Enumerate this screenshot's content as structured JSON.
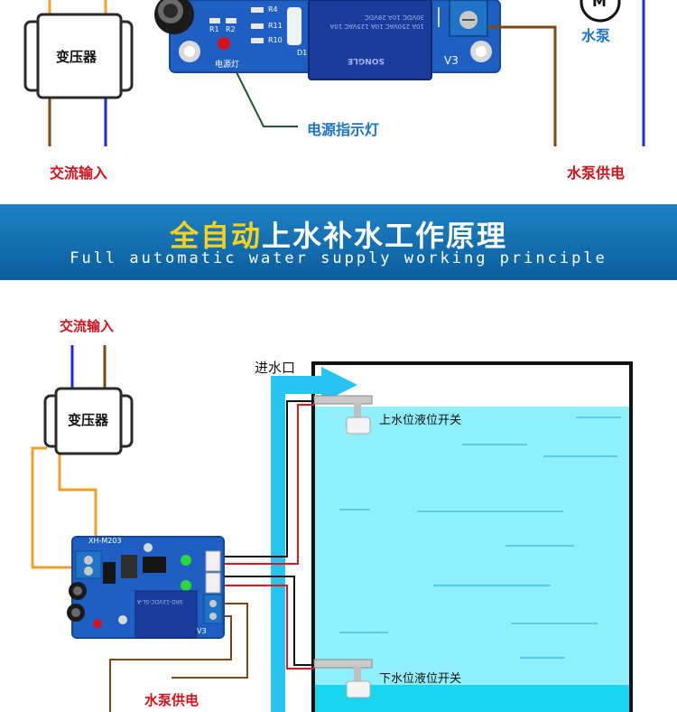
{
  "top": {
    "transformer_label": "变压器",
    "ac_input_label": "交流输入",
    "power_indicator_label": "电源指示灯",
    "pump_label": "水泵",
    "pump_power_label": "水泵供电",
    "motor_letter": "M",
    "board_text": {
      "led_label": "电源灯",
      "relay_text": "SONGLE",
      "relay_specs": "10A 250VAC  10A 125VAC  10A 30VDC  10A 28VDC",
      "board_id": "V3",
      "r4": "R4",
      "r11": "R11",
      "r10": "R10",
      "r2": "R2",
      "r1": "R1",
      "d1": "D1"
    }
  },
  "banner": {
    "title_highlight": "全自动",
    "title_rest": "上水补水工作原理",
    "subtitle": "Full automatic water supply working principle"
  },
  "bottom": {
    "ac_input_label": "交流输入",
    "transformer_label": "变压器",
    "inlet_label": "进水口",
    "upper_switch_label": "上水位液位开关",
    "lower_switch_label": "下水位液位开关",
    "pump_power_label": "水泵供电",
    "board_id": "XH-M203",
    "board_v": "V3",
    "relay_model": "SRD-12VDC-SL-A"
  },
  "colors": {
    "banner_blue": "#0a5e9e",
    "highlight_yellow": "#f8d21a",
    "water": "#8ff0fb",
    "pipe": "#27c4f2",
    "wire_orange": "#f0a02a",
    "wire_brown": "#7a4a16",
    "wire_blue": "#1d2ad8",
    "wire_red": "#e0161e",
    "label_red": "#d0121b",
    "label_blue": "#1a74c9"
  }
}
